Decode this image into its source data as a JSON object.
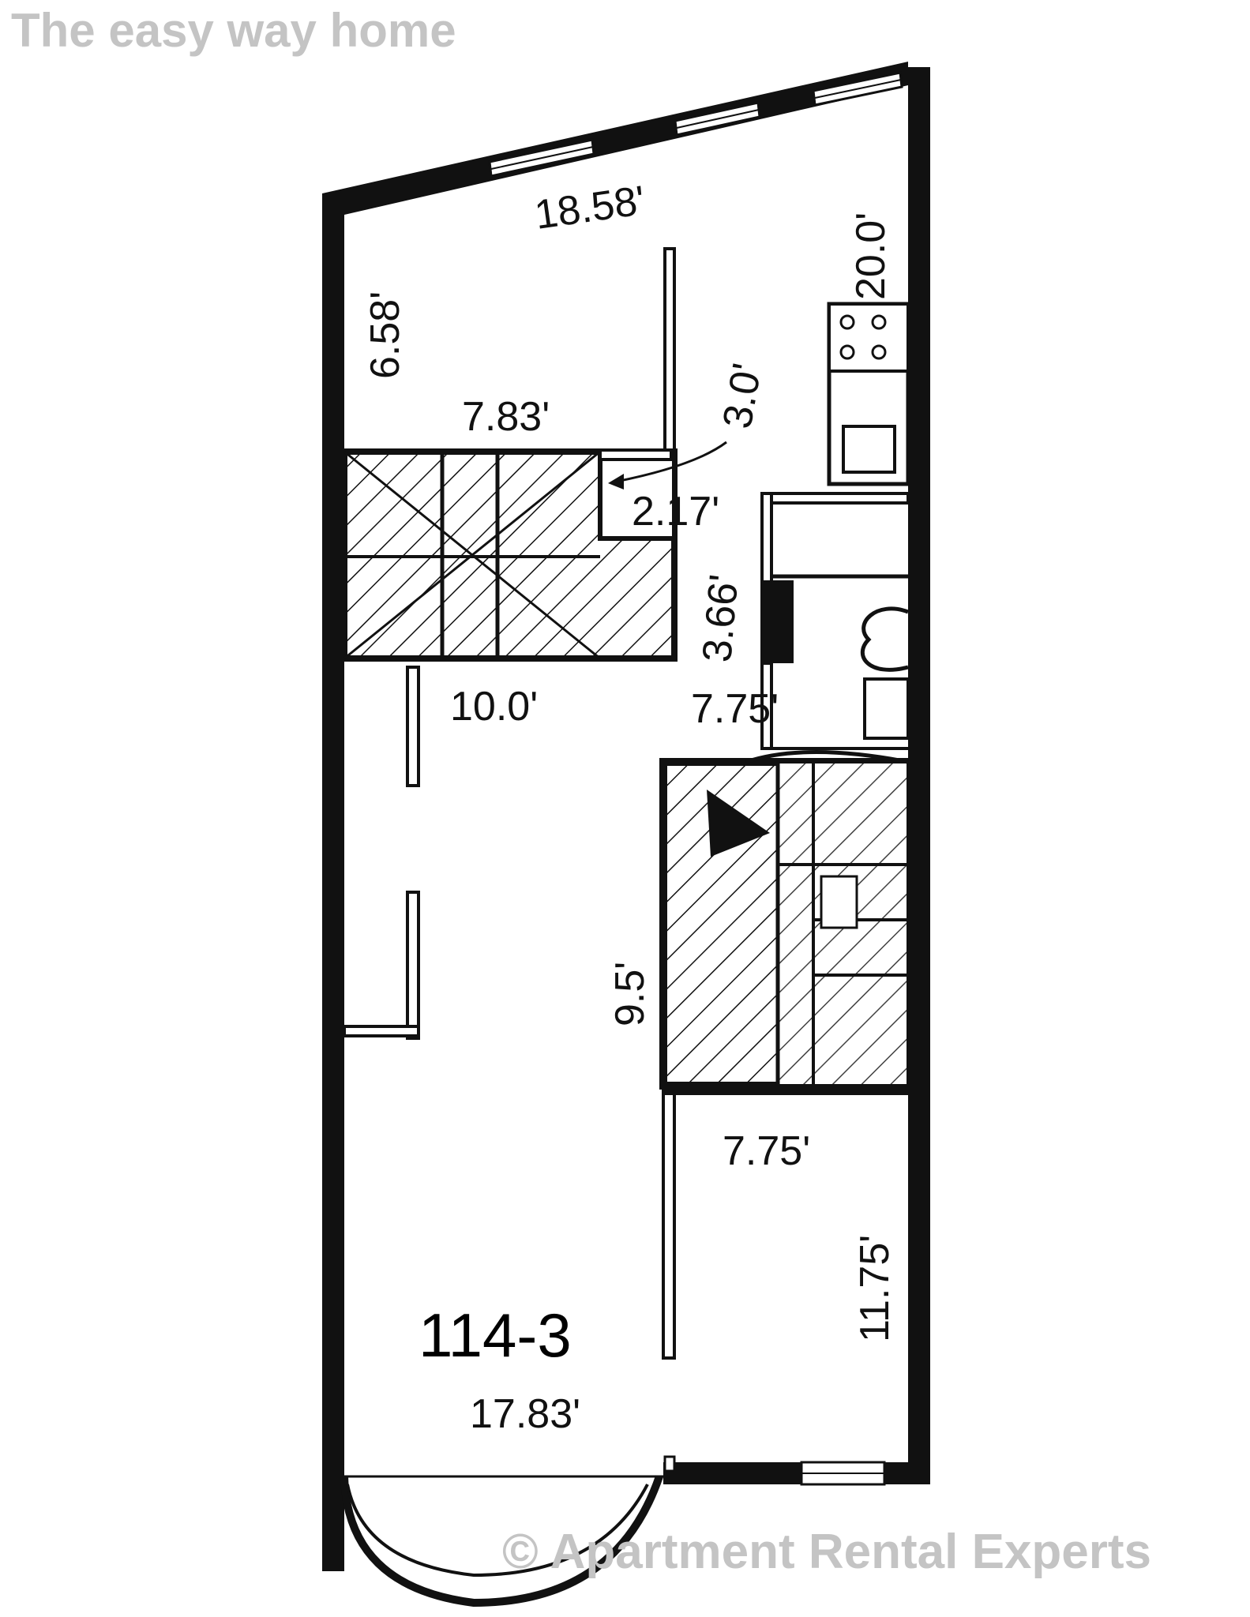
{
  "watermarks": {
    "top": "The easy way home",
    "bottom": "© Apartment Rental Experts"
  },
  "unit_label": "114-3",
  "dimensions": {
    "top_width": "18.58'",
    "right_height": "20.0'",
    "left_height": "6.58'",
    "room_width": "7.83'",
    "closet_height": "3.0'",
    "closet_width": "2.17'",
    "hall_height": "3.66'",
    "living_top": "10.0'",
    "hall_width": "7.75'",
    "stair_height": "9.5'",
    "bedroom_width": "7.75'",
    "bedroom_height": "11.75'",
    "bottom_width": "17.83'"
  },
  "colors": {
    "ink": "#111111",
    "watermark": "#c4c4c4",
    "background": "#ffffff"
  }
}
